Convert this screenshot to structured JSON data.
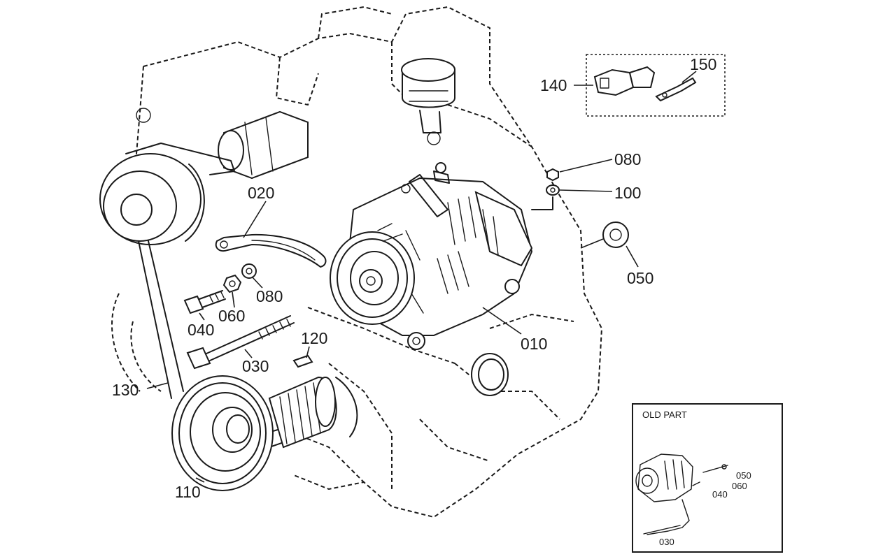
{
  "callouts": {
    "n140": "140",
    "n150": "150",
    "n080a": "080",
    "n100": "100",
    "n020": "020",
    "n050": "050",
    "n080b": "080",
    "n060": "060",
    "n040": "040",
    "n010": "010",
    "n120": "120",
    "n030": "030",
    "n130": "130",
    "n110": "110"
  },
  "inset": {
    "title": "OLD PART",
    "n050": "050",
    "n060": "060",
    "n040": "040",
    "n030": "030"
  }
}
